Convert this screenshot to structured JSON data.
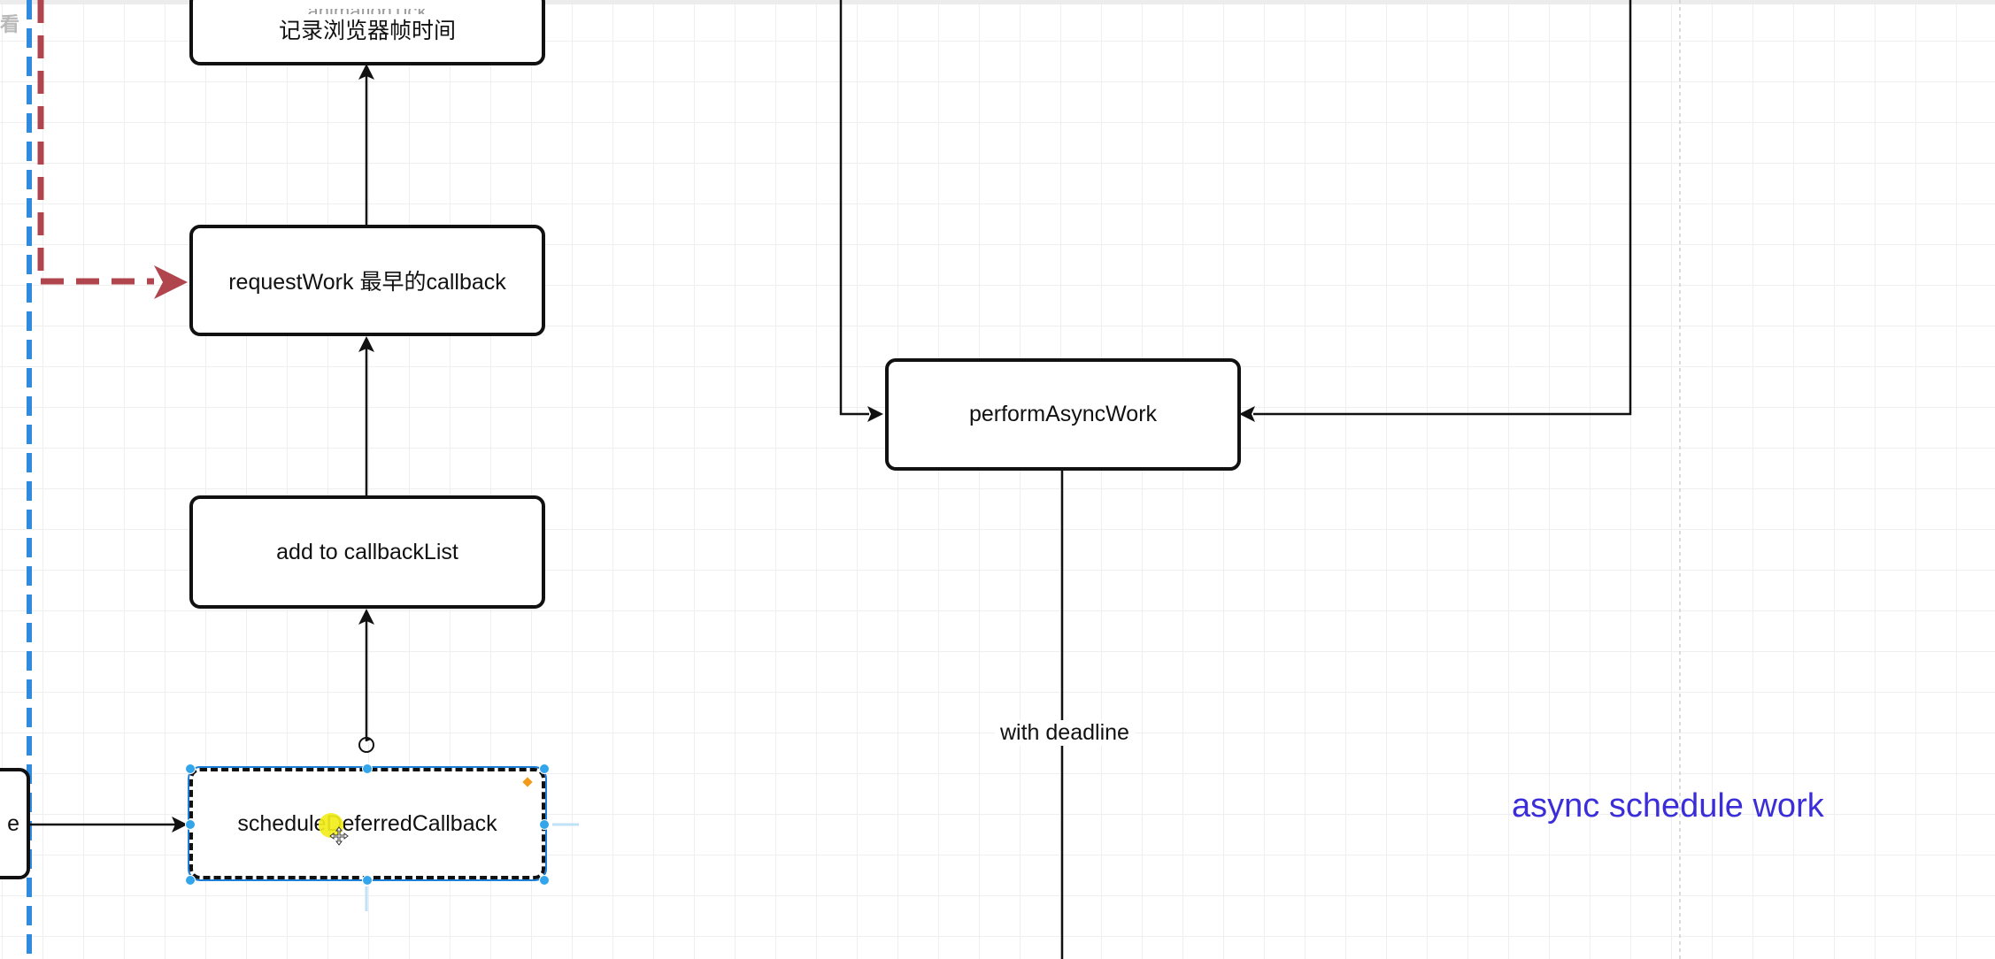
{
  "diagram": {
    "title": "async schedule work",
    "side_glyph": "看",
    "nodes": {
      "record_frame": {
        "top_text": "animationTick",
        "label": "记录浏览器帧时间"
      },
      "request_work": {
        "label": "requestWork 最早的callback"
      },
      "add_callback": {
        "label": "add to callbackList"
      },
      "schedule_deferred": {
        "label": "scheduleDeferredCallback"
      },
      "perform_async": {
        "label": "performAsyncWork"
      },
      "left_partial": {
        "label": "e"
      }
    },
    "edge_labels": {
      "deadline": "with deadline"
    }
  },
  "colors": {
    "title": "#3b2ed8",
    "dashed_red": "#b0454d",
    "dashed_blue": "#2f8ae0",
    "selection": "#33a5ea",
    "cursor": "#f2ee1a"
  },
  "icons": [
    "rotate-handle-icon",
    "move-cursor-icon",
    "arrow-icon"
  ]
}
